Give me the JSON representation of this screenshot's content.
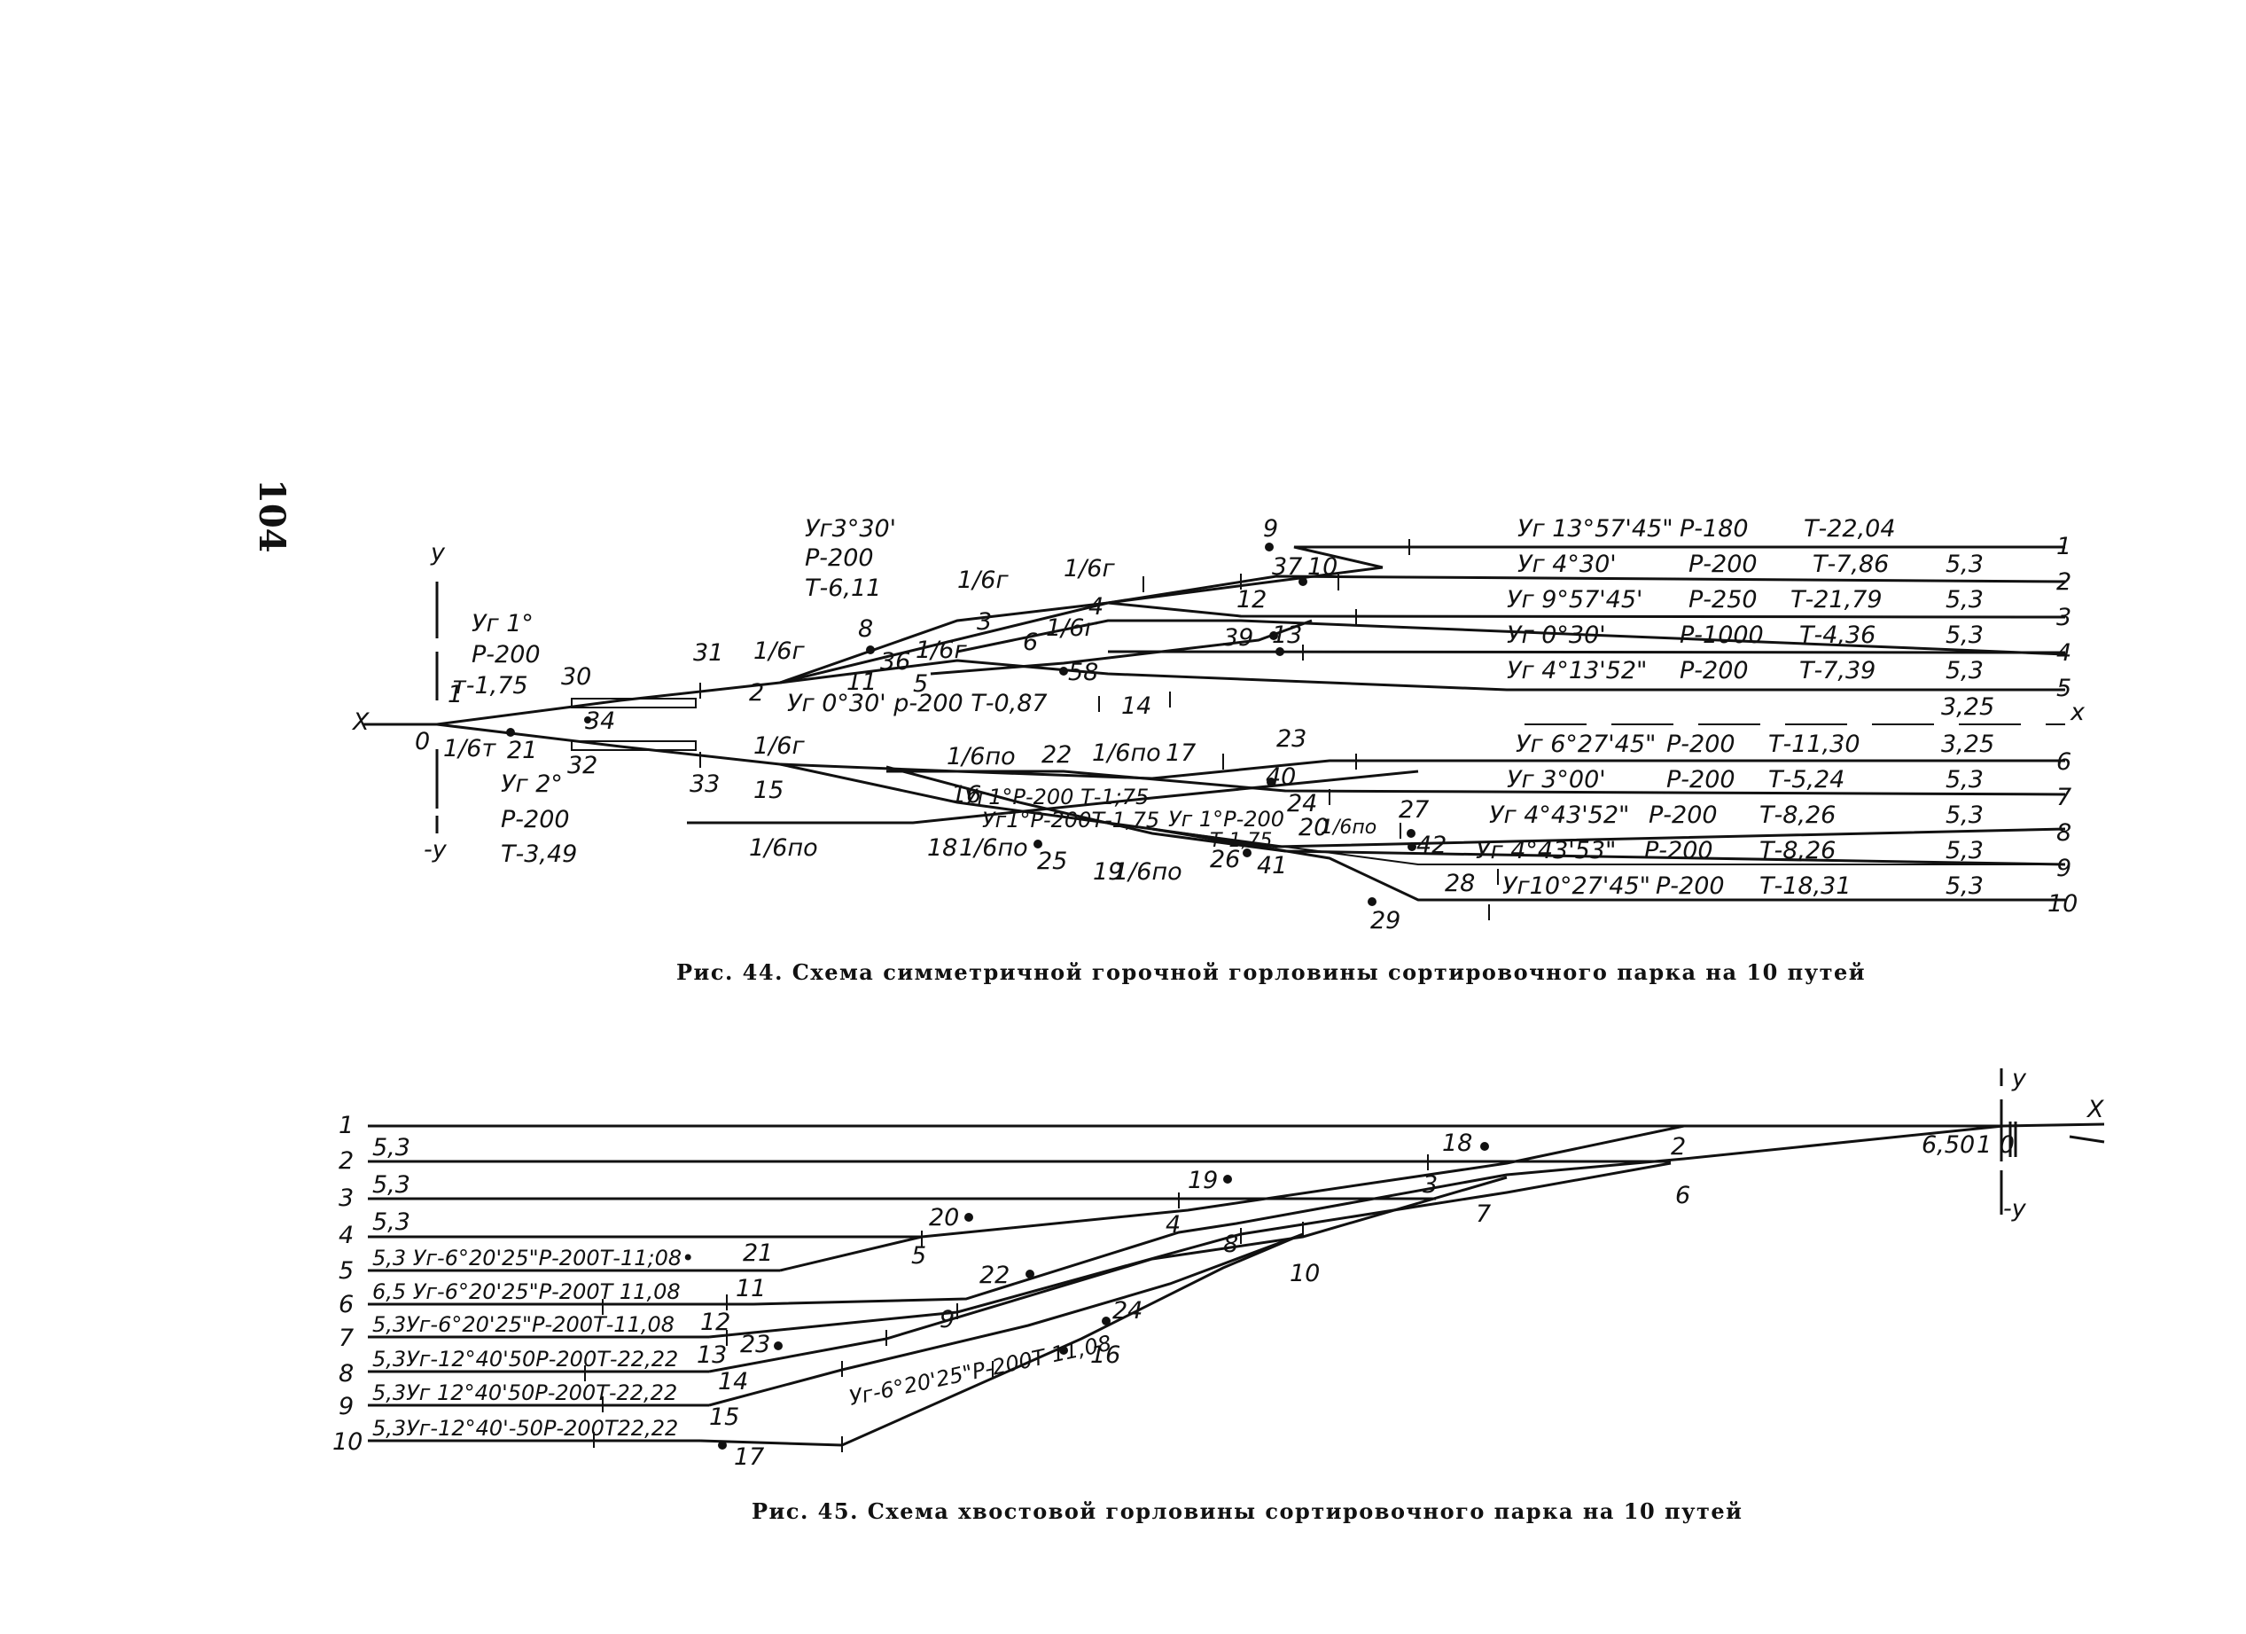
{
  "page_number": "104",
  "figure44": {
    "caption": "Рис. 44. Схема симметричной горочной горловины сортировочного парка на 10 путей",
    "axis": {
      "y_top": "у",
      "y_bottom": "-у",
      "x_left": "Х",
      "x_right": "х",
      "origin": "0",
      "one": "1"
    },
    "first_switch": {
      "angle": "Уг 1°",
      "radius": "Р-200",
      "tangent": "т-1,75",
      "type": "1/6т"
    },
    "lower_switch": {
      "angle": "Уг 2°",
      "radius": "Р-200",
      "tangent": "Т-3,49"
    },
    "upper_curve": {
      "angle": "Уг3°30'",
      "radius": "Р-200",
      "tangent": "Т-6,11"
    },
    "mid_curve": "Уг 0°30' р-200 Т-0,87",
    "switch_types": [
      "1/6т",
      "1/6г",
      "1/6г",
      "1/6г",
      "1/6г",
      "1/6г",
      "1/6по",
      "1/6по",
      "1/6по",
      "1/6по",
      "1/6по"
    ],
    "point_labels": [
      "30",
      "31",
      "34",
      "21",
      "32",
      "33",
      "2",
      "36",
      "8",
      "11",
      "5",
      "3",
      "4",
      "6",
      "58",
      "14",
      "9",
      "37",
      "10",
      "12",
      "39",
      "13",
      "15",
      "16",
      "18",
      "22",
      "17",
      "23",
      "40",
      "24",
      "20",
      "27",
      "42",
      "25",
      "19",
      "26",
      "41",
      "28",
      "29"
    ],
    "mid_lower_labels": [
      "Уг1°Р-200 Т-1;75",
      "Уг1°Р-200Т-1,75",
      "Уг 1°Р-200",
      "Т-1,75",
      "1/6по"
    ],
    "tracks": [
      {
        "num": "1",
        "angle": "Уг 13°57'45\"",
        "radius": "Р-180",
        "tangent": "Т-22,04",
        "dist": ""
      },
      {
        "num": "2",
        "angle": "Уг 4°30'",
        "radius": "Р-200",
        "tangent": "Т-7,86",
        "dist": "5,3"
      },
      {
        "num": "3",
        "angle": "Уг 9°57'45'",
        "radius": "Р-250",
        "tangent": "Т-21,79",
        "dist": "5,3"
      },
      {
        "num": "4",
        "angle": "Уг 0°30'",
        "radius": "Р-1000",
        "tangent": "Т-4,36",
        "dist": "5,3"
      },
      {
        "num": "5",
        "angle": "Уг 4°13'52\"",
        "radius": "Р-200",
        "tangent": "Т-7,39",
        "dist": "5,3"
      },
      {
        "num": "",
        "angle": "",
        "radius": "",
        "tangent": "",
        "dist": "3,25"
      },
      {
        "num": "6",
        "angle": "Уг 6°27'45\"",
        "radius": "Р-200",
        "tangent": "Т-11,30",
        "dist": "3,25"
      },
      {
        "num": "7",
        "angle": "Уг 3°00'",
        "radius": "Р-200",
        "tangent": "Т-5,24",
        "dist": "5,3"
      },
      {
        "num": "8",
        "angle": "Уг 4°43'52\"",
        "radius": "Р-200",
        "tangent": "Т-8,26",
        "dist": "5,3"
      },
      {
        "num": "9",
        "angle": "Уг 4°43'53\"",
        "radius": "Р-200",
        "tangent": "Т-8,26",
        "dist": "5,3"
      },
      {
        "num": "10",
        "angle": "Уг10°27'45\"",
        "radius": "Р-200",
        "tangent": "Т-18,31",
        "dist": "5,3"
      }
    ]
  },
  "figure45": {
    "caption": "Рис. 45. Схема хвостовой горловины сортировочного парка на 10 путей",
    "axis": {
      "y_top": "у",
      "y_bottom": "-у",
      "x": "Х",
      "dist": "6,50",
      "one_zero": "1 0"
    },
    "tracks": [
      {
        "num": "1",
        "label": ""
      },
      {
        "num": "2",
        "label": "5,3"
      },
      {
        "num": "3",
        "label": "5,3"
      },
      {
        "num": "4",
        "label": "5,3"
      },
      {
        "num": "5",
        "label": "5,3  Уг-6°20'25\"Р-200Т-11;08•"
      },
      {
        "num": "6",
        "label": "6,5 Уг-6°20'25\"Р-200Т 11,08"
      },
      {
        "num": "7",
        "label": "5,3Уг-6°20'25\"Р-200Т-11,08"
      },
      {
        "num": "8",
        "label": "5,3Уг-12°40'50Р-200Т-22,22"
      },
      {
        "num": "9",
        "label": "5,3Уг 12°40'50Р-200Т-22,22"
      },
      {
        "num": "10",
        "label": "5,3Уг-12°40'-50Р-200Т22,22"
      }
    ],
    "diagonal_label": "Уг-6°20'25\"Р-200Т 11,08",
    "point_labels": [
      "18",
      "2",
      "19",
      "3",
      "6",
      "20",
      "4",
      "7",
      "5",
      "8",
      "10",
      "22",
      "9",
      "24",
      "16",
      "21",
      "11",
      "12",
      "13",
      "23",
      "14",
      "15",
      "17"
    ]
  }
}
